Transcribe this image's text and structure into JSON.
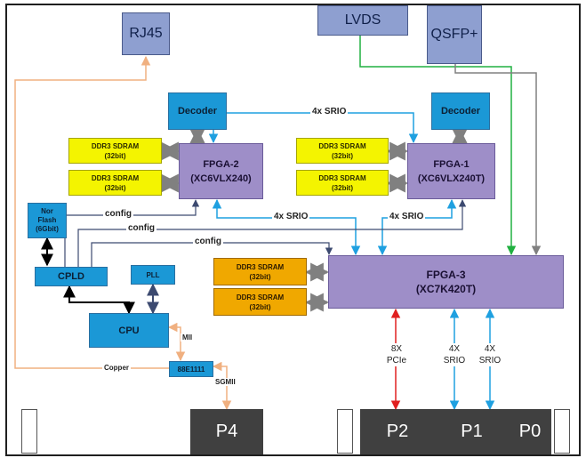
{
  "connectors": {
    "rj45": "RJ45",
    "lvds": "LVDS",
    "qsfp": "QSFP+"
  },
  "decoders": {
    "left": "Decoder",
    "right": "Decoder"
  },
  "fpga2": {
    "name": "FPGA-2",
    "part": "(XC6VLX240)"
  },
  "fpga1": {
    "name": "FPGA-1",
    "part": "(XC6VLX240T)"
  },
  "fpga3": {
    "name": "FPGA-3",
    "part": "(XC7K420T)"
  },
  "ddr": {
    "type": "DDR3 SDRAM",
    "width": "(32bit)"
  },
  "nor_flash": {
    "line1": "Nor",
    "line2": "Flash",
    "line3": "(6Gbit)"
  },
  "cpld": "CPLD",
  "pll": "PLL",
  "cpu": "CPU",
  "phy": "88E1111",
  "links": {
    "srio_top": "4x SRIO",
    "srio_mid_left": "4x SRIO",
    "srio_mid_right": "4x SRIO",
    "config1": "config",
    "config2": "config",
    "config3": "config",
    "mii": "MII",
    "copper": "Copper",
    "sgmii": "SGMII",
    "pcie_x": "8X",
    "pcie": "PCIe",
    "srio1_x": "4X",
    "srio1": "SRIO",
    "srio0_x": "4X",
    "srio0": "SRIO"
  },
  "ports": {
    "p4": "P4",
    "p2": "P2",
    "p1": "P1",
    "p0": "P0"
  },
  "colors": {
    "board_border": "#1f1f1f",
    "srio_arrow": "#1fa0e0",
    "pcie_arrow": "#e02020",
    "green_line": "#20b040",
    "gray_line": "#808080",
    "copper_line": "#f0b080",
    "control_line": "#3c4a70"
  }
}
